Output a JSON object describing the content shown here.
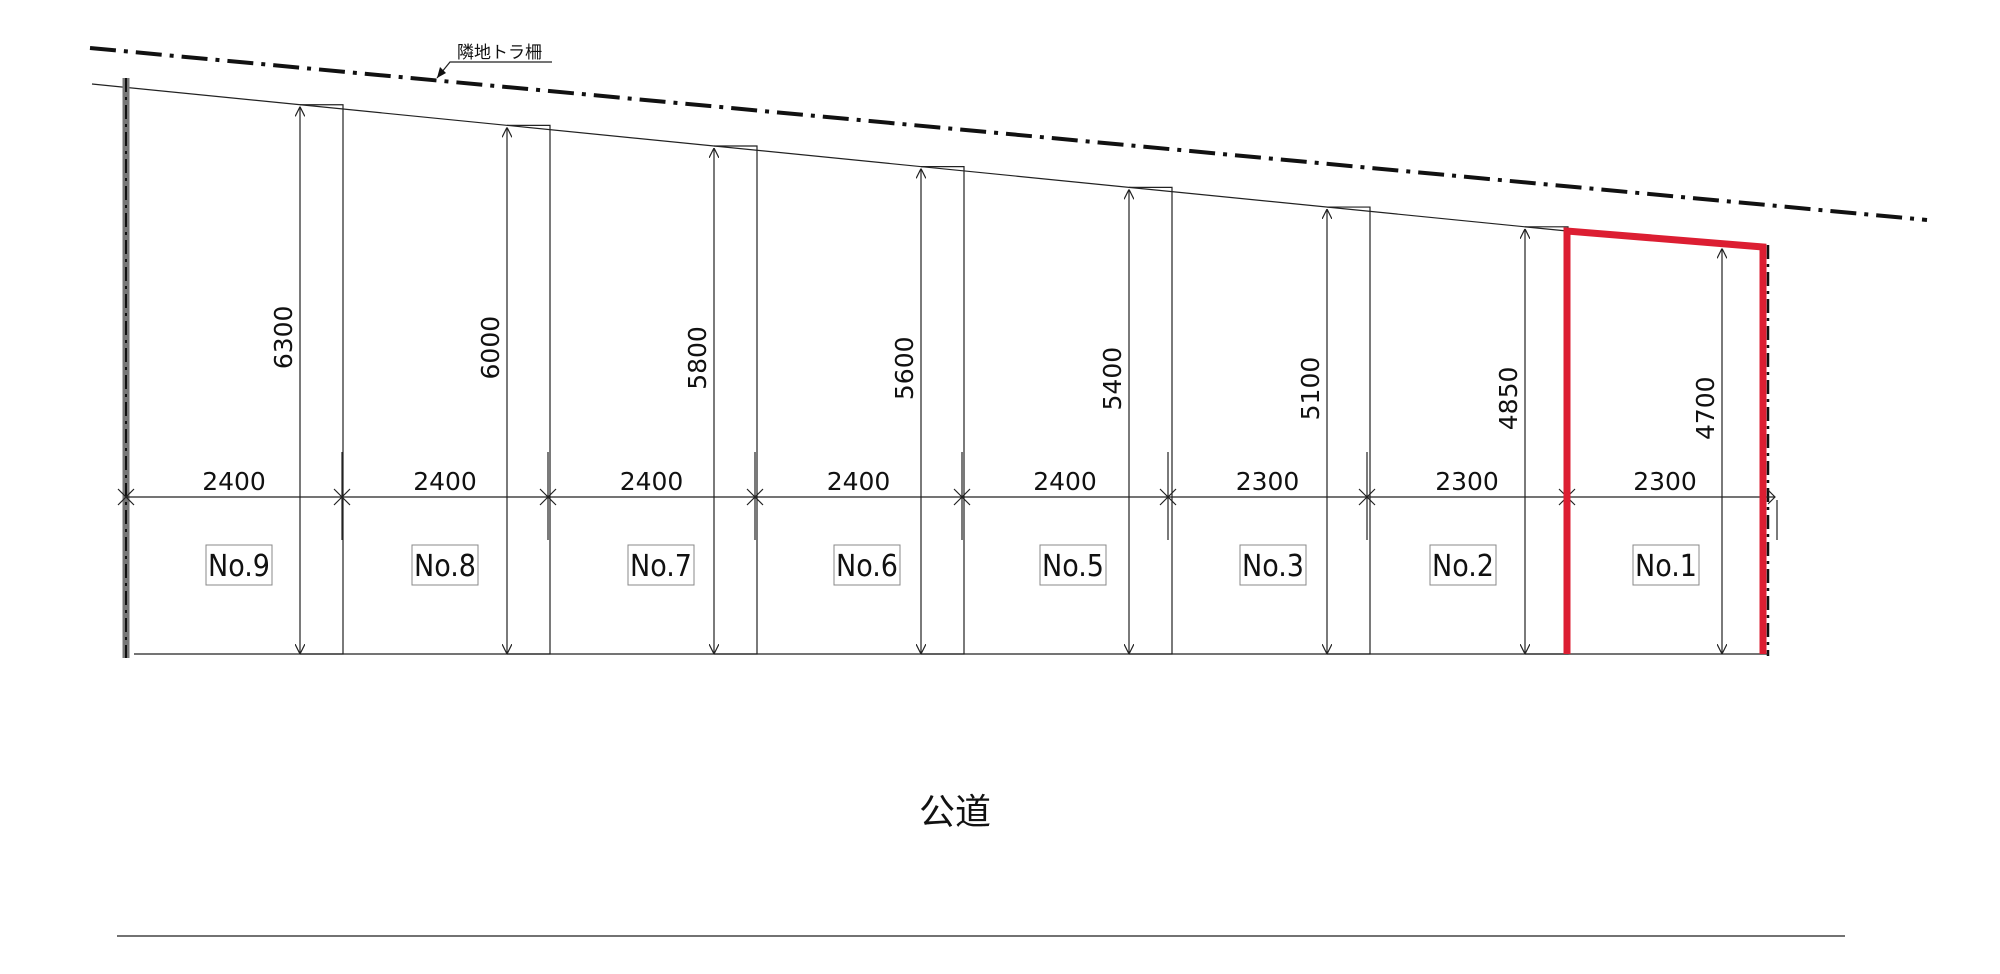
{
  "neighbor_fence_label": "隣地トラ柵",
  "road_label": "公道",
  "colors": {
    "highlight": "#dc1e32",
    "line": "#222222",
    "fence_post": "#777777"
  },
  "lots": [
    {
      "label": "No.9",
      "width": "2400",
      "depth": "6300"
    },
    {
      "label": "No.8",
      "width": "2400",
      "depth": "6000"
    },
    {
      "label": "No.7",
      "width": "2400",
      "depth": "5800"
    },
    {
      "label": "No.6",
      "width": "2400",
      "depth": "5600"
    },
    {
      "label": "No.5",
      "width": "2400",
      "depth": "5400"
    },
    {
      "label": "No.3",
      "width": "2300",
      "depth": "5100"
    },
    {
      "label": "No.2",
      "width": "2300",
      "depth": "4850"
    },
    {
      "label": "No.1",
      "width": "2300",
      "depth": "4700",
      "highlighted": true
    }
  ]
}
